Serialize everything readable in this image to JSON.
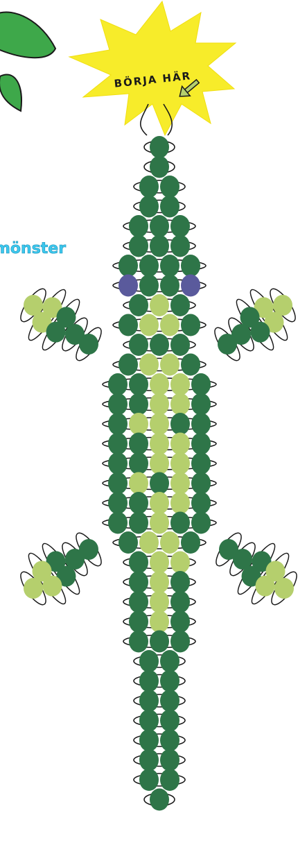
{
  "start_label": "BÖRJA HÄR",
  "side_label": "mönster",
  "colors": {
    "dark_green": "#2e7548",
    "light_green": "#b5cf6d",
    "eye_blue": "#5a5a9c",
    "burst_yellow": "#f7ec2a",
    "leaf_green": "#3ea84a",
    "thread": "#1a1a1a",
    "side_label": "#3cc8ee"
  },
  "pattern": {
    "legend": {
      "d": "dark_green",
      "l": "light_green",
      "e": "eye_blue"
    },
    "body_rows": [
      "d",
      "d",
      "dd",
      "dd",
      "ddd",
      "ddd",
      "dddd",
      "edde",
      "dld",
      "dlld",
      "ddd",
      "dlld",
      "ddlld",
      "ddlld",
      "dlldd",
      "ddlld",
      "ddlld",
      "dldld",
      "ddlld",
      "ddldd",
      "dlld",
      "dll",
      "dld",
      "dld",
      "dld",
      "ddd",
      "dd",
      "dd",
      "dd",
      "dd",
      "dd",
      "dd",
      "dd",
      "d"
    ],
    "legs": {
      "upper_left": [
        "l",
        "ll",
        "dd",
        "d",
        "d"
      ],
      "upper_right": [
        "l",
        "ll",
        "dd",
        "d",
        "d"
      ],
      "lower_left": [
        "d",
        "d",
        "dd",
        "ll",
        "l"
      ],
      "lower_right": [
        "d",
        "d",
        "dd",
        "ll",
        "l"
      ]
    }
  }
}
